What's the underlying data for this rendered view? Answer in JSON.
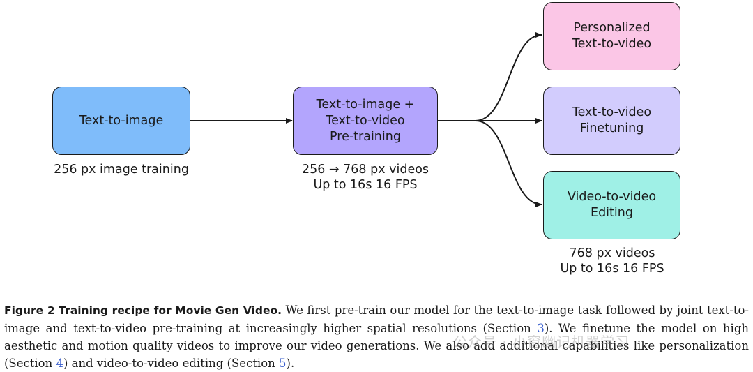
{
  "diagram": {
    "nodes": [
      {
        "id": "text-to-image",
        "lines": [
          "Text-to-image"
        ],
        "fill": "#7fbcfa",
        "label_lines": [
          "256 px image training"
        ]
      },
      {
        "id": "pretraining",
        "lines": [
          "Text-to-image +",
          "Text-to-video",
          "Pre-training"
        ],
        "fill": "#b3a5fd",
        "label_lines": [
          "256 → 768 px videos",
          "Up to 16s 16 FPS"
        ]
      },
      {
        "id": "personalized",
        "lines": [
          "Personalized",
          "Text-to-video"
        ],
        "fill": "#fbc6e6",
        "label_lines": []
      },
      {
        "id": "finetuning",
        "lines": [
          "Text-to-video",
          "Finetuning"
        ],
        "fill": "#d2ccfd",
        "label_lines": []
      },
      {
        "id": "editing",
        "lines": [
          "Video-to-video",
          "Editing"
        ],
        "fill": "#9ff0e6",
        "label_lines": [
          "768 px videos",
          "Up to 16s 16 FPS"
        ]
      }
    ],
    "edges": [
      {
        "from": "text-to-image",
        "to": "pretraining"
      },
      {
        "from": "pretraining",
        "to": "personalized"
      },
      {
        "from": "pretraining",
        "to": "finetuning"
      },
      {
        "from": "pretraining",
        "to": "editing"
      }
    ]
  },
  "caption": {
    "label": "Figure 2  Training recipe for Movie Gen Video.",
    "text_1": " We first pre-train our model for the text-to-image task followed by joint text-to-image and text-to-video pre-training at increasingly higher spatial resolutions (Section ",
    "ref_1": "3",
    "text_2": "). We finetune the model on high aesthetic and motion quality videos to improve our video generations. We also add additional capabilities like personalization (Section ",
    "ref_2": "4",
    "text_3": ") and video-to-video editing (Section ",
    "ref_3": "5",
    "text_4": ")."
  },
  "watermark": "公众号 · 小窗幽记机器学习"
}
